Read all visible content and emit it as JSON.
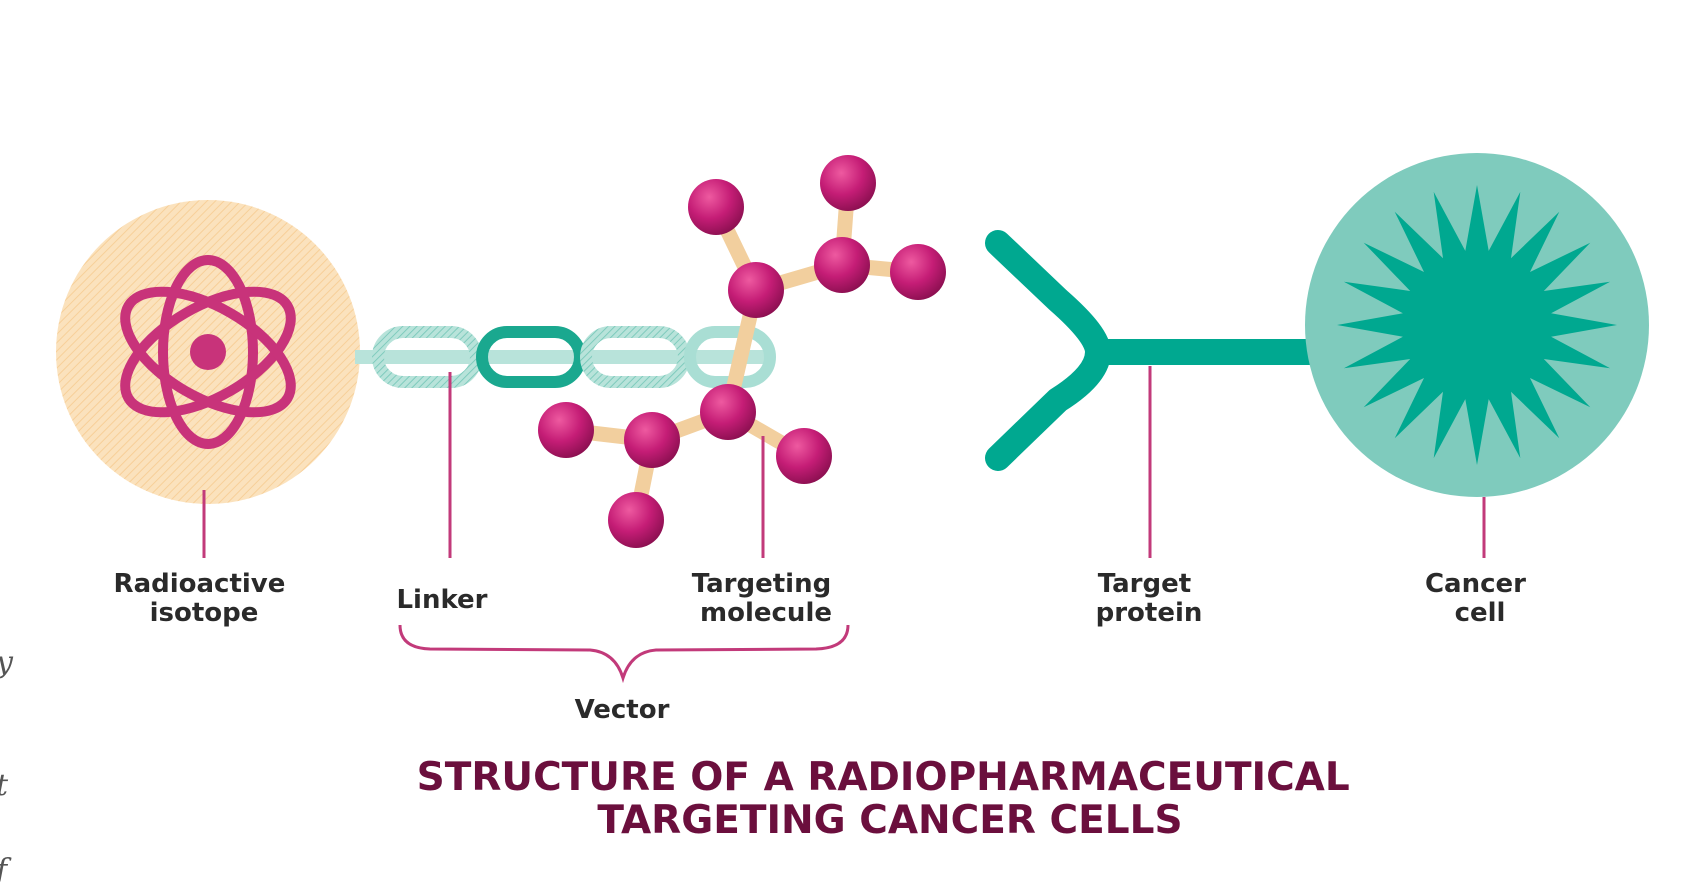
{
  "labels": {
    "isotope": [
      "Radioactive",
      "isotope"
    ],
    "linker": "Linker",
    "targeting_molecule": [
      "Targeting",
      "molecule"
    ],
    "target_protein": [
      "Target",
      "protein"
    ],
    "cancer_cell": [
      "Cancer",
      "cell"
    ],
    "vector": "Vector"
  },
  "title": [
    "STRUCTURE OF A RADIOPHARMACEUTICAL",
    "TARGETING CANCER CELLS"
  ],
  "edge_fragments": [
    "y",
    "t",
    "f"
  ],
  "colors": {
    "magenta": "#c8337a",
    "leader_line": "#c23a7a",
    "title": "#6b0f3d",
    "teal": "#00a890",
    "teal_light": "#7fcbbd",
    "peach": "#fbe2bd",
    "bond": "#f2cf9e",
    "label_text": "#2a2a2a"
  }
}
